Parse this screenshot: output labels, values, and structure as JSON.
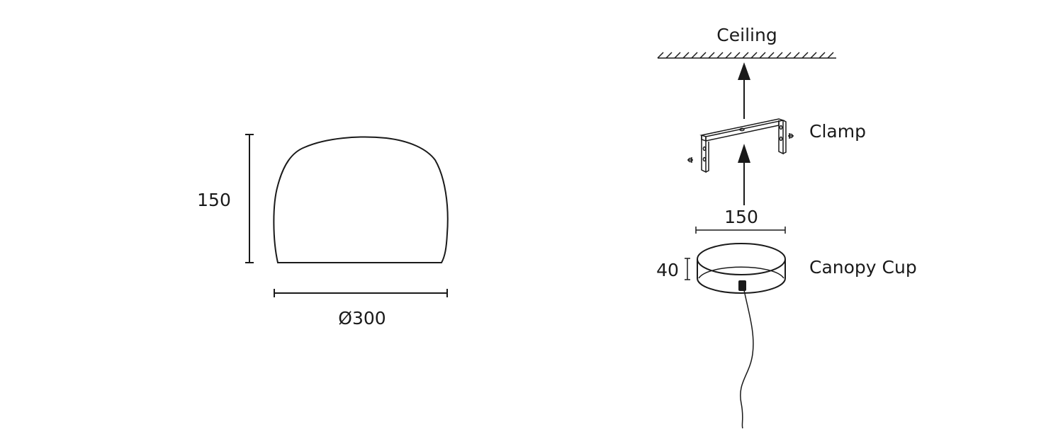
{
  "shade": {
    "height_label": "150",
    "diameter_label": "Ø300"
  },
  "mounting": {
    "ceiling_label": "Ceiling",
    "clamp_label": "Clamp",
    "canopy_width_label": "150",
    "canopy_height_label": "40",
    "canopy_label": "Canopy Cup"
  }
}
